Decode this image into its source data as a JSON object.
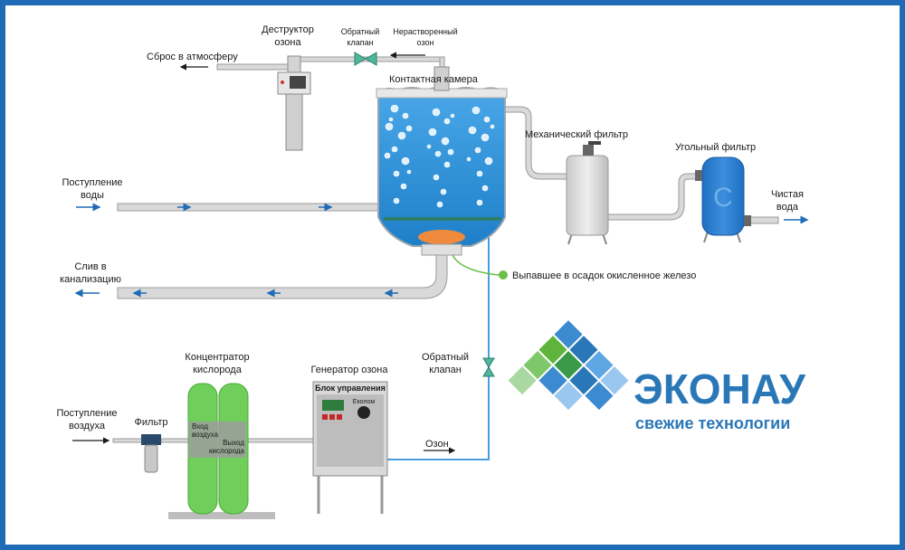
{
  "labels": {
    "ozone_destructor": [
      "Деструктор",
      "озона"
    ],
    "check_valve_top": [
      "Обратный",
      "клапан"
    ],
    "undissolved_ozone": [
      "Нерастворенный",
      "озон"
    ],
    "vent": "Сброс в атмосферу",
    "contact_chamber": "Контактная камера",
    "water_inlet": [
      "Поступление",
      "воды"
    ],
    "mech_filter": "Механический фильтр",
    "carbon_filter": "Угольный фильтр",
    "clean_water": [
      "Чистая",
      "вода"
    ],
    "drain": [
      "Слив в",
      "канализацию"
    ],
    "precipitate": "Выпавшее в осадок окисленное железо",
    "check_valve_bottom": [
      "Обратный",
      "клапан"
    ],
    "oxygen_concentrator": [
      "Концентратор",
      "кислорода"
    ],
    "ozone_generator": "Генератор озона",
    "control_unit": "Блок управления",
    "ekolom": "Еколом",
    "air_inlet": [
      "Поступление",
      "воздуха"
    ],
    "filter": "Фильтр",
    "air_in": [
      "Вход",
      "воздуха"
    ],
    "oxygen_out": [
      "Выход",
      "кислорода"
    ],
    "ozone": "Озон",
    "carbon_badge": "С"
  },
  "brand": {
    "name": "ЭКОНАУ",
    "tagline": "свежие технологии"
  },
  "colors": {
    "frame": "#1f6bb5",
    "water": "#2b8fd6",
    "pipe": "#d8d8d8",
    "green_gas": "#7ed957",
    "precipitate_marker": "#6abf45",
    "sediment": "#f08a3c",
    "brand_blue": "#2a77b8",
    "brand_green": "#5fb43c"
  }
}
